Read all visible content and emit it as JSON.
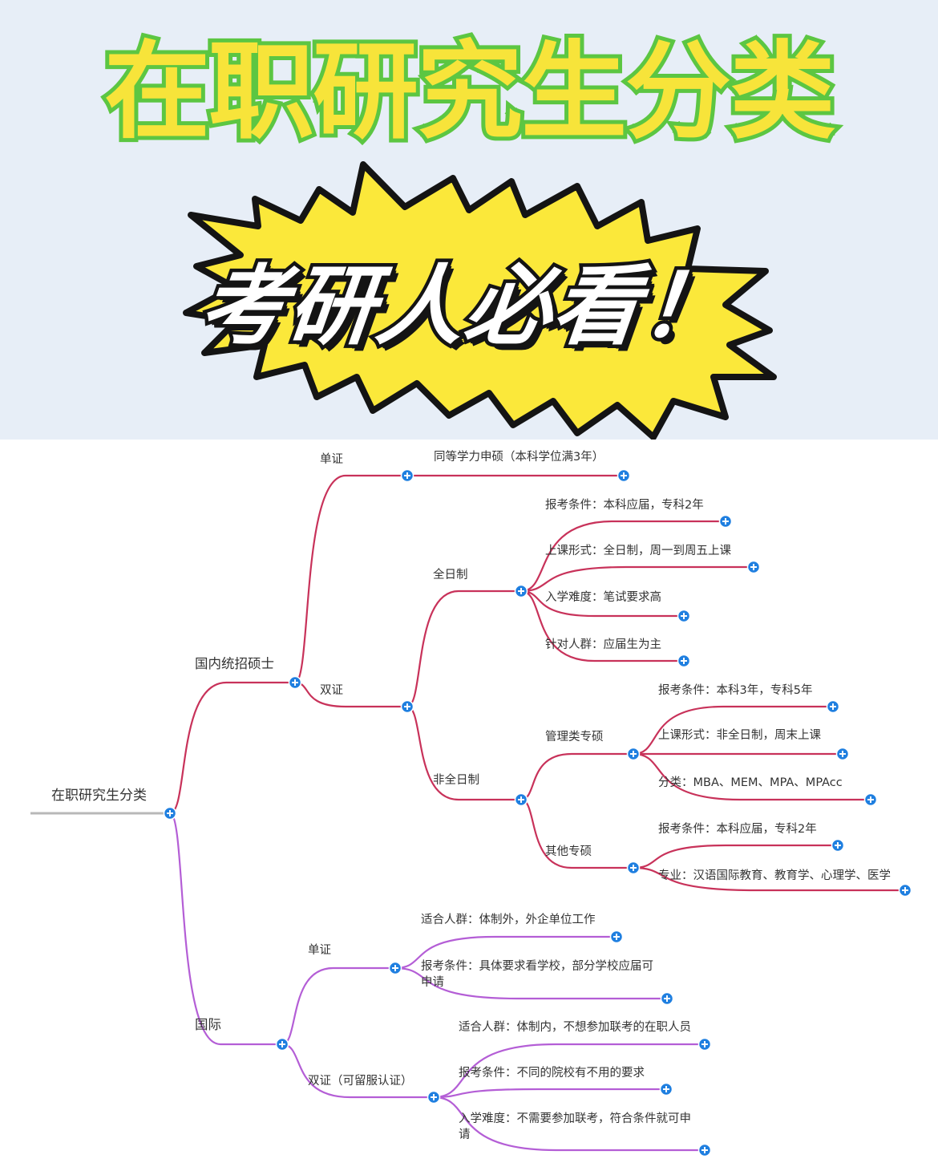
{
  "title": "在职研究生分类",
  "slogan": "考研人必看！",
  "colors": {
    "title_fill": "#f7e43a",
    "title_stroke": "#5cc642",
    "burst_fill": "#fbe83a",
    "domestic_branch": "#c8325a",
    "international_branch": "#b45ed6",
    "node_dot": "#1f7fe0",
    "root_line": "#b8b8b8"
  },
  "mindmap": {
    "root": "在职研究生分类",
    "domestic": {
      "label": "国内统招硕士",
      "single": {
        "label": "单证",
        "items": [
          "同等学力申硕（本科学位满3年）"
        ]
      },
      "double": {
        "label": "双证",
        "fulltime": {
          "label": "全日制",
          "items": [
            "报考条件：本科应届，专科2年",
            "上课形式：全日制，周一到周五上课",
            "入学难度：笔试要求高",
            "针对人群：应届生为主"
          ]
        },
        "parttime": {
          "label": "非全日制",
          "management": {
            "label": "管理类专硕",
            "items": [
              "报考条件：本科3年，专科5年",
              "上课形式：非全日制，周末上课",
              "分类：MBA、MEM、MPA、MPAcc"
            ]
          },
          "other": {
            "label": "其他专硕",
            "items": [
              "报考条件：本科应届，专科2年",
              "专业：汉语国际教育、教育学、心理学、医学"
            ]
          }
        }
      }
    },
    "international": {
      "label": "国际",
      "single": {
        "label": "单证",
        "items": [
          [
            "适合人群：体制外，外企单位工作"
          ],
          [
            "报考条件：具体要求看学校，部分学校应届可",
            "申请"
          ]
        ]
      },
      "double": {
        "label": "双证（可留服认证）",
        "items": [
          [
            "适合人群：体制内，不想参加联考的在职人员"
          ],
          [
            "报考条件：不同的院校有不用的要求"
          ],
          [
            "入学难度：不需要参加联考，符合条件就可申",
            "请"
          ]
        ]
      }
    }
  }
}
